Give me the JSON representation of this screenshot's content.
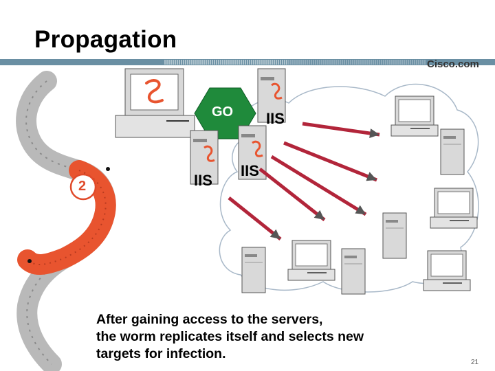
{
  "slide": {
    "title": "Propagation",
    "logo_text": "Cisco.com",
    "caption_lines": [
      "After gaining access to the servers,",
      "the worm replicates itself and selects new",
      "targets for infection."
    ],
    "page_number": "21",
    "step_badge": "2",
    "go_label": "GO",
    "server_labels": [
      "IIS",
      "IIS",
      "IIS"
    ]
  },
  "colors": {
    "arrow": "#b2253a",
    "go_green": "#1f8a3b",
    "worm_red": "#e8542f",
    "worm_gray": "#9a9a9a"
  },
  "icons": [
    "worm-icon",
    "computer-icon",
    "server-icon",
    "go-sign-icon",
    "arrow-icon"
  ]
}
